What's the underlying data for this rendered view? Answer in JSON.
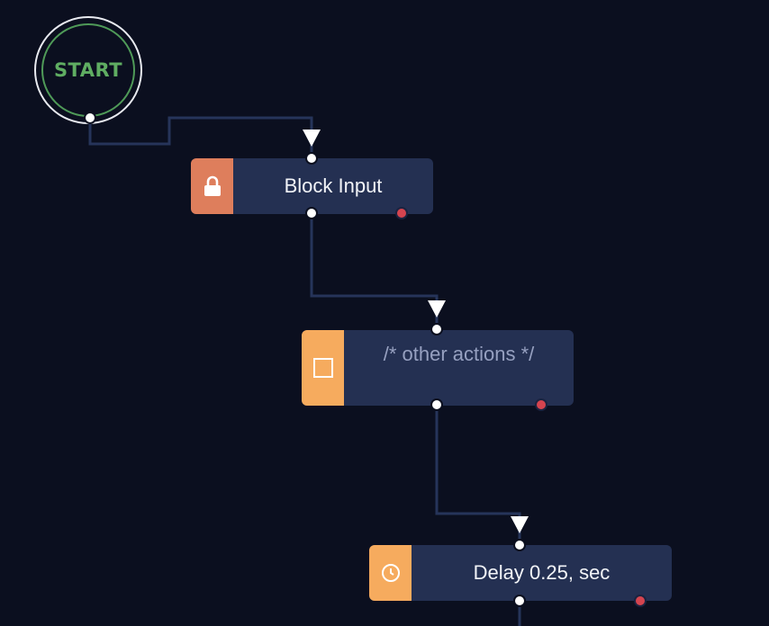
{
  "start": {
    "label": "START",
    "color": "#5fad62"
  },
  "nodes": [
    {
      "label": "Block Input",
      "icon": "lock-icon",
      "accent": "#de7e5c"
    },
    {
      "label": "/* other actions */",
      "icon": "square-icon",
      "accent": "#f6ab5e"
    },
    {
      "label": "Delay 0.25, sec",
      "icon": "clock-icon",
      "accent": "#f6ab5e"
    }
  ],
  "colors": {
    "background": "#0b0f1f",
    "node_body": "#243052",
    "wire": "#26345a",
    "error_port": "#d5444f"
  }
}
